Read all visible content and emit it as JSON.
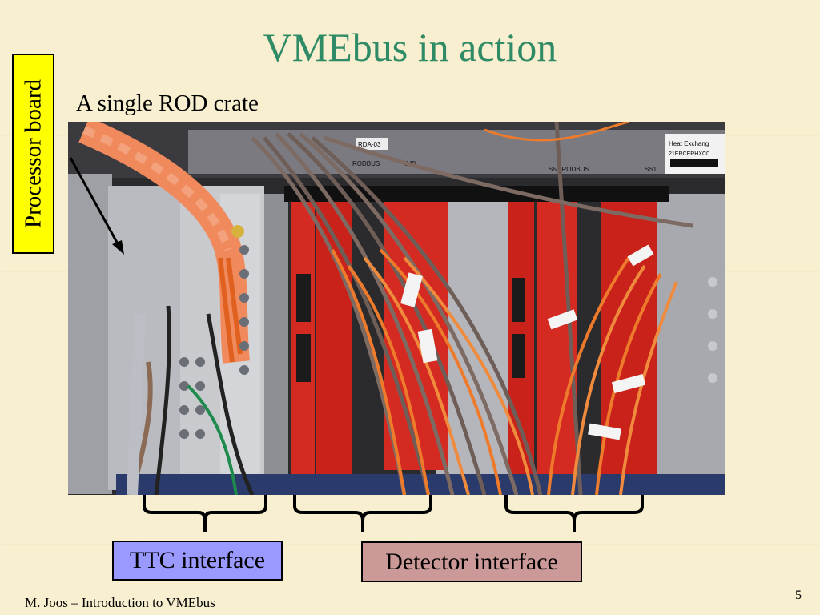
{
  "slide": {
    "title": "VMEbus in action",
    "subtitle": "A single ROD crate",
    "side_label": "Processor board",
    "ttc_label": "TTC interface",
    "detector_label": "Detector interface",
    "footer": "M. Joos – Introduction to VMEbus",
    "page_number": "5"
  },
  "photo": {
    "description_labels": {
      "sticker_top_right": "Heat Exchang",
      "sticker_code": "21ERCERHXC0",
      "rodbus_left": "RODBUS",
      "slot_left": "S49",
      "rodbus_right": "S50 RODBUS",
      "slot_right": "SS1",
      "tag_rda": "RDA-03"
    }
  },
  "colors": {
    "title": "#2e8b66",
    "side_label_bg": "#ffff00",
    "ttc_bg": "#9999ff",
    "detector_bg": "#cc9999",
    "background": "#f7efcf"
  }
}
